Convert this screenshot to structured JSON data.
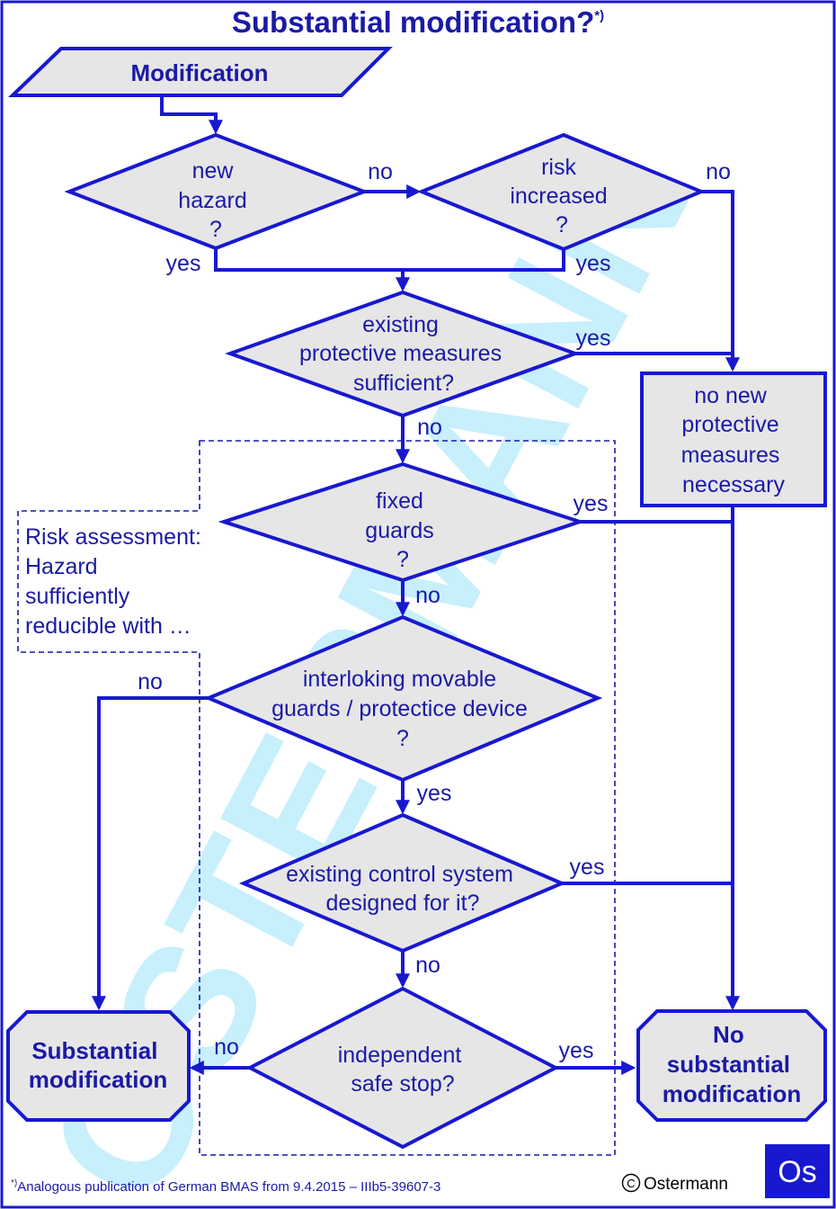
{
  "title": "Substantial modification?",
  "title_note": "*)",
  "start": "Modification",
  "d_new_hazard": [
    "new",
    "hazard",
    "?"
  ],
  "d_risk_increased": [
    "risk",
    "increased",
    "?"
  ],
  "d_existing_measures": [
    "existing",
    "protective measures",
    "sufficient?"
  ],
  "box_no_new_measures": [
    "no new",
    "protective",
    "measures",
    "necessary"
  ],
  "risk_note": [
    "Risk assessment:",
    "Hazard",
    "sufficiently",
    "reducible with …"
  ],
  "d_fixed_guards": [
    "fixed",
    "guards",
    "?"
  ],
  "d_interlocking": [
    "interloking movable",
    "guards / protectice device",
    "?"
  ],
  "d_control_system": [
    "existing control system",
    "designed for it?"
  ],
  "d_safe_stop": [
    "independent",
    "safe stop?"
  ],
  "end_substantial": [
    "Substantial",
    "modification"
  ],
  "end_no_substantial": [
    "No",
    "substantial",
    "modification"
  ],
  "edge_labels": {
    "new_hazard_no": "no",
    "new_hazard_yes": "yes",
    "risk_no": "no",
    "risk_yes": "yes",
    "measures_yes": "yes",
    "measures_no": "no",
    "fixed_yes": "yes",
    "fixed_no": "no",
    "interlock_no": "no",
    "interlock_yes": "yes",
    "control_yes": "yes",
    "control_no": "no",
    "stop_no": "no",
    "stop_yes": "yes"
  },
  "footnote": {
    "mark": "*)",
    "text": "Analogous publication of German BMAS from 9.4.2015 – IIIb5-39607-3"
  },
  "copyright": "Ostermann",
  "logo": "Os",
  "watermark": "OSTERMANN",
  "colors": {
    "line": "#1818d0",
    "text": "#1a1aa6",
    "fill": "#e6e6e6",
    "watermark": "#5fd0f5",
    "logo_bg": "#1818d0"
  }
}
